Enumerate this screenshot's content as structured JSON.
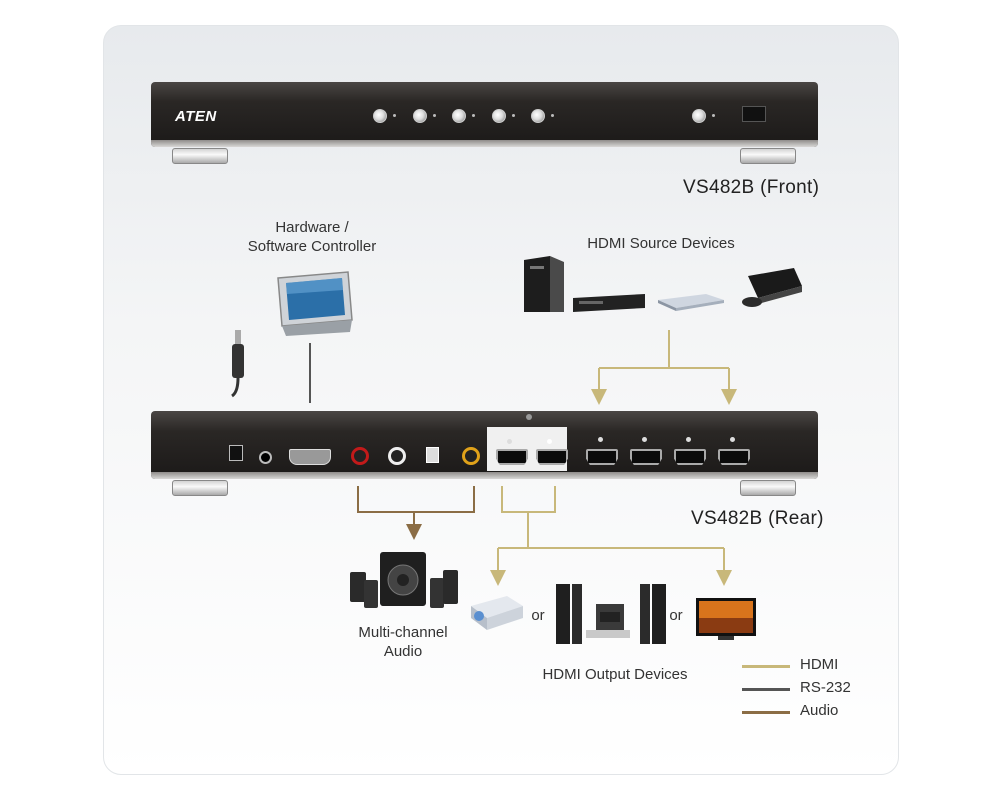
{
  "front_panel": {
    "brand": "ATEN",
    "label": "VS482B (Front)"
  },
  "rear_panel": {
    "label": "VS482B (Rear)"
  },
  "controller": {
    "line1": "Hardware /",
    "line2": "Software Controller"
  },
  "sources": {
    "label": "HDMI Source Devices"
  },
  "audio": {
    "line1": "Multi-channel",
    "line2": "Audio"
  },
  "outputs": {
    "label": "HDMI Output Devices",
    "or_1": "or",
    "or_2": "or"
  },
  "legend": [
    {
      "label": "HDMI",
      "color": "#c8b87a"
    },
    {
      "label": "RS-232",
      "color": "#555555"
    },
    {
      "label": "Audio",
      "color": "#8b6d45"
    }
  ],
  "colors": {
    "hdmi": "#c8b87a",
    "rs232": "#555555",
    "audio": "#8b6d45"
  }
}
